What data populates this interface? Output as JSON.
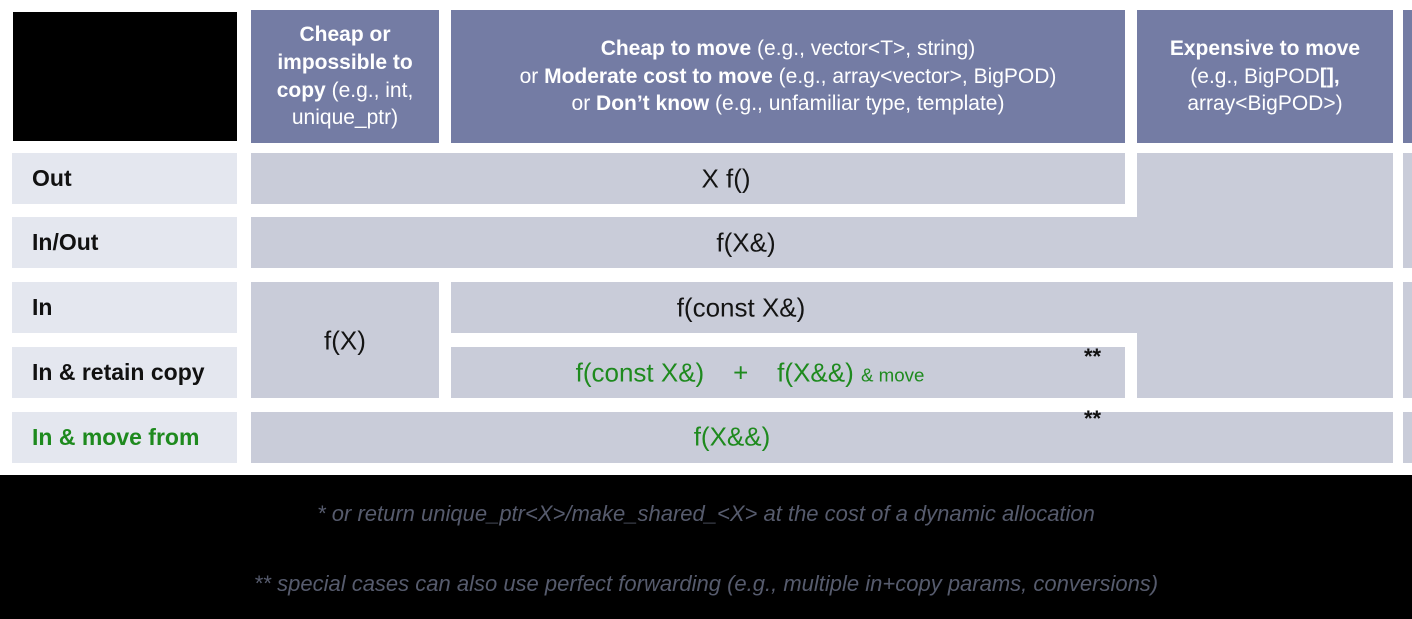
{
  "slide": {
    "headers": {
      "cheap_copy": [
        {
          "t": "Cheap or",
          "b": true
        },
        {
          "br": true
        },
        {
          "t": "impossible to",
          "b": true
        },
        {
          "br": true
        },
        {
          "t": "copy ",
          "b": true
        },
        {
          "t": "(e.g., int,"
        },
        {
          "br": true
        },
        {
          "t": "unique_ptr)"
        }
      ],
      "cheap_or_moderate_move": [
        {
          "t": "Cheap to move",
          "b": true
        },
        {
          "t": " (e.g., vector<T>, string)"
        },
        {
          "br": true
        },
        {
          "t": "or "
        },
        {
          "t": "Moderate cost to move",
          "b": true
        },
        {
          "t": " (e.g., array<vector>, BigPOD)"
        },
        {
          "br": true
        },
        {
          "t": "or "
        },
        {
          "t": "Don’t know",
          "b": true
        },
        {
          "t": " (e.g., unfamiliar type, template)"
        }
      ],
      "expensive_move": [
        {
          "t": "Expensive to move",
          "b": true
        },
        {
          "br": true
        },
        {
          "t": "(e.g., BigPOD"
        },
        {
          "t": "[],",
          "b": true
        },
        {
          "br": true
        },
        {
          "t": "array<BigPOD>)"
        }
      ]
    },
    "row_labels": {
      "out": "Out",
      "in_out": "In/Out",
      "in": "In",
      "in_retain_copy": "In & retain copy",
      "in_move_from": "In & move from"
    },
    "cells": {
      "out": "X f()",
      "in_out": "f(X&)",
      "in_cheap_copy": "f(X)",
      "in": "f(const X&)",
      "in_retain_copy": [
        {
          "t": "f(const X&)    +    f(X&&) "
        },
        {
          "t": "& move",
          "small": true
        }
      ],
      "in_move_from": "f(X&&)",
      "double_asterisk": "**"
    },
    "footnotes": {
      "line1": "* or return unique_ptr<X>/make_shared_<X> at the cost of a dynamic allocation",
      "line2": "** special cases can also use perfect forwarding (e.g., multiple in+copy params, conversions)"
    },
    "colors": {
      "header_bg": "#747CA4",
      "cell_bg": "#C9CCD9",
      "row_label_bg": "#E4E7EF",
      "accent_green": "#1E8A1E",
      "footnote_text": "#565B6D",
      "band_bg": "#000000"
    }
  }
}
